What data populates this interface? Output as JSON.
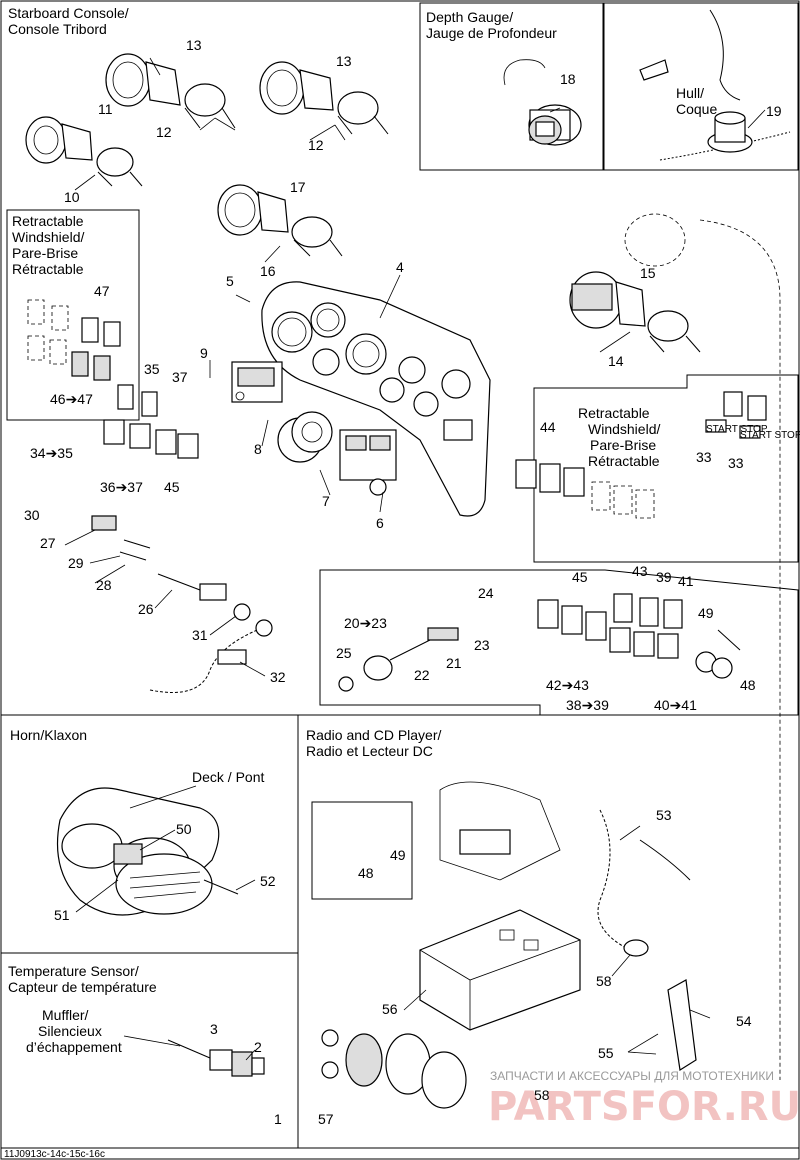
{
  "titles": {
    "starboard_console": "Starboard Console/",
    "starboard_console_fr": "Console Tribord",
    "depth_gauge": "Depth Gauge/",
    "depth_gauge_fr": "Jauge de Profondeur",
    "hull": "Hull/",
    "hull_fr": "Coque",
    "rw1_a": "Retractable",
    "rw1_b": "Windshield/",
    "rw1_c": "Pare-Brise",
    "rw1_d": "Rétractable",
    "rw2_a": "Retractable",
    "rw2_b": "Windshield/",
    "rw2_c": "Pare-Brise",
    "rw2_d": "Rétractable",
    "horn": "Horn/Klaxon",
    "deck": "Deck / Pont",
    "radio": "Radio and CD Player/",
    "radio_fr": "Radio et Lecteur DC",
    "temp": "Temperature Sensor/",
    "temp_fr": "Capteur de température",
    "muffler_a": "Muffler/",
    "muffler_b": "Silencieux",
    "muffler_c": "d’échappement",
    "code": "11J0913c-14c-15c-16c",
    "watermark_small": "ЗАПЧАСТИ И АКСЕССУАРЫ ДЛЯ МОТОТЕХНИКИ",
    "watermark_big": "PARTSFOR.RU"
  },
  "callouts": {
    "n13a": "13",
    "n12a": "12",
    "n13b": "13",
    "n12b": "12",
    "n11": "11",
    "n10": "10",
    "n17": "17",
    "n16": "16",
    "n18": "18",
    "n19": "19",
    "n4": "4",
    "n5": "5",
    "n47": "47",
    "n46_47": "46➔47",
    "n9": "9",
    "n35": "35",
    "n37": "37",
    "n34_35": "34➔35",
    "n36_37": "36➔37",
    "n45a": "45",
    "n8": "8",
    "n15": "15",
    "n14": "14",
    "n44": "44",
    "n33a": "33",
    "n33b": "33",
    "n7": "7",
    "n6": "6",
    "n30": "30",
    "n27": "27",
    "n29": "29",
    "n28": "28",
    "n26": "26",
    "n31": "31",
    "n32": "32",
    "n24": "24",
    "n20_23": "20➔23",
    "n23": "23",
    "n21": "21",
    "n25": "25",
    "n22": "22",
    "n45b": "45",
    "n43": "43",
    "n39": "39",
    "n41": "41",
    "n49a": "49",
    "n48a": "48",
    "n42_43": "42➔43",
    "n38_39": "38➔39",
    "n40_41": "40➔41",
    "n50": "50",
    "n52": "52",
    "n51": "51",
    "n49b": "49",
    "n48b": "48",
    "n53": "53",
    "n58a": "58",
    "n58b": "58",
    "n54": "54",
    "n55": "55",
    "n56": "56",
    "n57": "57",
    "n3": "3",
    "n2": "2",
    "n1": "1",
    "start_stop": "START STOP"
  }
}
